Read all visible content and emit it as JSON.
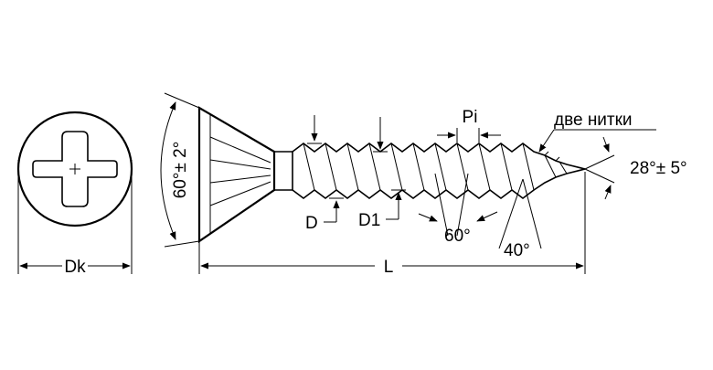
{
  "labels": {
    "dk": "Dk",
    "length": "L",
    "d": "D",
    "d1": "D1",
    "pitch": "Pi",
    "head_angle": "60°± 2°",
    "thread_angle": "60°",
    "point_angle": "40°",
    "tip_angle": "28°± 5°",
    "two_threads": "две нитки"
  }
}
